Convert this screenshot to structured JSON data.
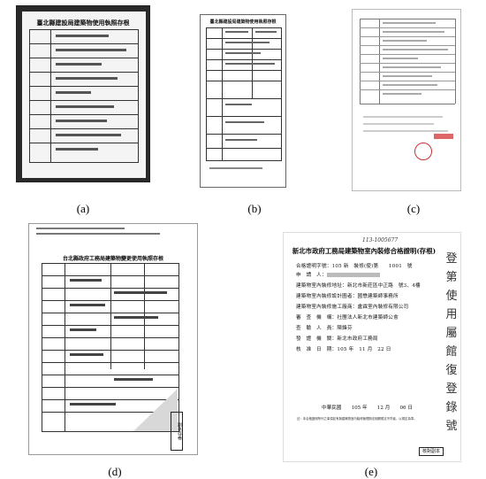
{
  "captions": {
    "a": "(a)",
    "b": "(b)",
    "c": "(c)",
    "d": "(d)",
    "e": "(e)"
  },
  "panel_a": {
    "title": "臺北縣建設局建築物使用執照存根"
  },
  "panel_b": {
    "title": "臺北縣建設局建築物使用執照存根"
  },
  "panel_d": {
    "title": "台北縣政府工務局建築物變更使用執照存根",
    "stamp": "副本存卷"
  },
  "panel_e": {
    "handwritten_number": "113-1005677",
    "title": "新北市政府工務局建築物室內裝修合格證明(存根)",
    "rows": [
      {
        "label": "合格證明字號：",
        "value": "105 新　裝修(使)第　　1001　號"
      },
      {
        "label": "申　請　人：",
        "value": ""
      },
      {
        "label": "建築物室內裝修地址：",
        "value": "新北市新莊區中正路　號3、4樓"
      },
      {
        "label": "建築物室內裝修設計圖者：",
        "value": "國懋建築師事務所"
      },
      {
        "label": "建築物室內裝修施工廠商：",
        "value": "盧霖室內裝修有限公司"
      },
      {
        "label": "審　查　機　構：",
        "value": "社團法人新北市建築師公會"
      },
      {
        "label": "查　驗　人　員：",
        "value": "陳鋒芬"
      },
      {
        "label": "發　證　機　關：",
        "value": "新北市政府工務局"
      },
      {
        "label": "核　准　日　期：",
        "value": "105 年　11 月　22 日"
      }
    ],
    "footer_date": "中華民國　　105 年　　12 月　　06 日",
    "footer_note": "註：本合格證明所列之事項如有與建築物室內裝修管理辦法相關規定不符者，以規定為準。",
    "corner_stamp": "核對副本",
    "side_chars": [
      "登",
      "第",
      "使",
      "用",
      "屬",
      "館",
      "復",
      "登",
      "錄",
      "號"
    ]
  }
}
